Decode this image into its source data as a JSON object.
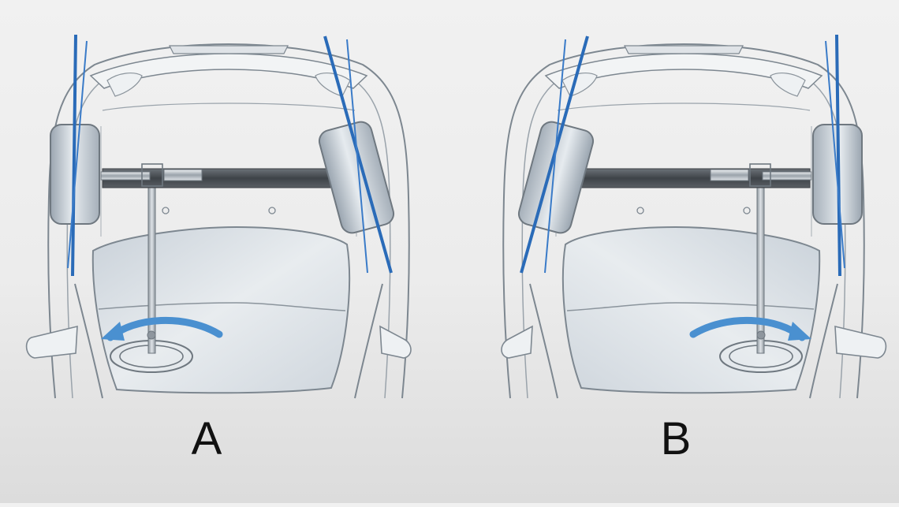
{
  "panels": [
    {
      "id": "A",
      "label": "A"
    },
    {
      "id": "B",
      "label": "B"
    }
  ],
  "colors": {
    "background": "#ececec",
    "outline": "#7d8790",
    "wheel": "#c4ccd4",
    "rack_bar": "#4d5258",
    "blue_line": "#2a6bb8",
    "arrow": "#4a90d0",
    "hood": "#d8dee4"
  },
  "icons": [
    "steering-wheel",
    "rotation-arrow",
    "wheel",
    "rack-bar"
  ]
}
